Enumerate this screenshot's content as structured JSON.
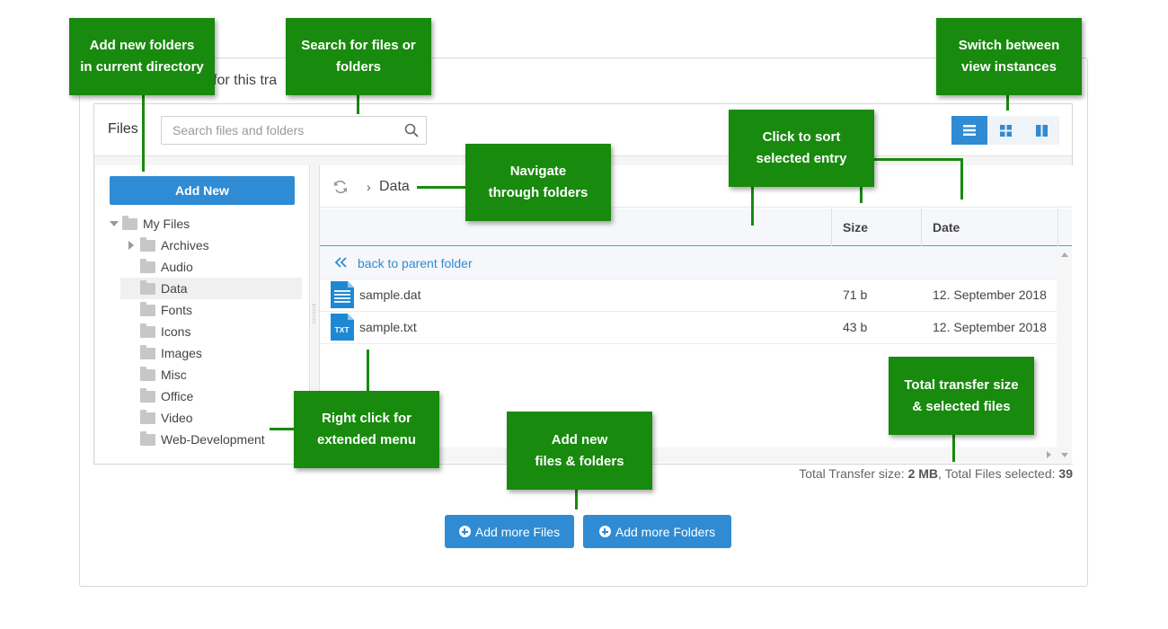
{
  "card": {
    "title_fragment": "for this tra"
  },
  "toolbar": {
    "files_label": "Files",
    "search_placeholder": "Search files and folders",
    "views": [
      "list-view-icon",
      "grid-view-icon",
      "columns-view-icon"
    ],
    "active_view": "list-view-icon"
  },
  "sidebar": {
    "add_new_label": "Add New",
    "root": "My Files",
    "items": [
      {
        "label": "Archives"
      },
      {
        "label": "Audio"
      },
      {
        "label": "Data"
      },
      {
        "label": "Fonts"
      },
      {
        "label": "Icons"
      },
      {
        "label": "Images"
      },
      {
        "label": "Misc"
      },
      {
        "label": "Office"
      },
      {
        "label": "Video"
      },
      {
        "label": "Web-Development"
      }
    ],
    "selected": "Data"
  },
  "breadcrumb": {
    "separator": "›",
    "current": "Data"
  },
  "table": {
    "columns": [
      "",
      "Size",
      "Date"
    ],
    "back_label": "back to parent folder",
    "rows": [
      {
        "name": "sample.dat",
        "size": "71 b",
        "date": "12. September 2018",
        "icon": "document-icon"
      },
      {
        "name": "sample.txt",
        "size": "43 b",
        "date": "12. September 2018",
        "icon": "txt-file-icon",
        "icon_text": "TXT"
      }
    ]
  },
  "footer": {
    "total_prefix": "Total Transfer size: ",
    "total_size": "2 MB",
    "files_prefix": ", Total Files selected: ",
    "files_count": "39"
  },
  "actions": {
    "add_files": "Add more Files",
    "add_folders": "Add more Folders"
  },
  "callouts": {
    "add_folders_line1": "Add new folders",
    "add_folders_line2": "in current directory",
    "search_line1": "Search for files or",
    "search_line2": "folders",
    "switch_line1": "Switch between",
    "switch_line2": "view instances",
    "sort_line1": "Click to sort",
    "sort_line2": "selected entry",
    "navigate_line1": "Navigate",
    "navigate_line2": "through folders",
    "rightclick_line1": "Right click for",
    "rightclick_line2": "extended menu",
    "addnew_line1": "Add new",
    "addnew_line2": "files & folders",
    "total_line1": "Total transfer size",
    "total_line2": "& selected files"
  },
  "colors": {
    "accent": "#2f8bd3",
    "callout": "#188a0e"
  }
}
